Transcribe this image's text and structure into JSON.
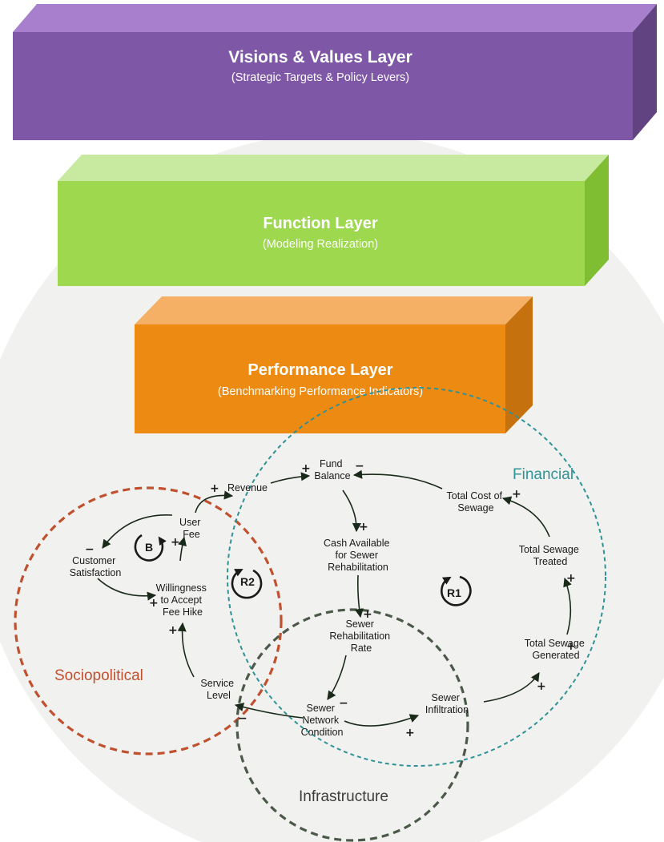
{
  "layers": {
    "visions": {
      "title": "Visions & Values Layer",
      "subtitle": "(Strategic Targets & Policy Levers)",
      "front": "#7e57a6",
      "top": "#a77fcc",
      "side": "#614382"
    },
    "function": {
      "title": "Function Layer",
      "subtitle": "(Modeling Realization)",
      "front": "#9ed84f",
      "top": "#c7eaa0",
      "side": "#7fbe33"
    },
    "performance": {
      "title": "Performance Layer",
      "subtitle": "(Benchmarking Performance Indicators)",
      "front": "#ec8a12",
      "top": "#f5b065",
      "side": "#c5720e"
    }
  },
  "domains": {
    "sociopolitical": {
      "label": "Sociopolitical",
      "color": "#c0502e"
    },
    "financial": {
      "label": "Financial",
      "color": "#2e9296"
    },
    "infrastructure": {
      "label": "Infrastructure",
      "color": "#4b5948"
    }
  },
  "nodes": {
    "fund_balance": [
      "Fund",
      "Balance"
    ],
    "revenue": [
      "Revenue"
    ],
    "total_cost": [
      "Total Cost of",
      "Sewage"
    ],
    "user_fee": [
      "User",
      "Fee"
    ],
    "customer_satisfaction": [
      "Customer",
      "Satisfaction"
    ],
    "cash_available": [
      "Cash Available",
      "for Sewer",
      "Rehabilitation"
    ],
    "total_treated": [
      "Total Sewage",
      "Treated"
    ],
    "willingness": [
      "Willingness",
      "to Accept",
      "Fee Hike"
    ],
    "rehab_rate": [
      "Sewer",
      "Rehabilitation",
      "Rate"
    ],
    "total_generated": [
      "Total Sewage",
      "Generated"
    ],
    "service_level": [
      "Service",
      "Level"
    ],
    "infiltration": [
      "Sewer",
      "Infiltration"
    ],
    "network_condition": [
      "Sewer",
      "Network",
      "Condition"
    ]
  },
  "loops": {
    "b": "B",
    "r1": "R1",
    "r2": "R2"
  },
  "signs": {
    "plus": "+",
    "minus": "−"
  }
}
